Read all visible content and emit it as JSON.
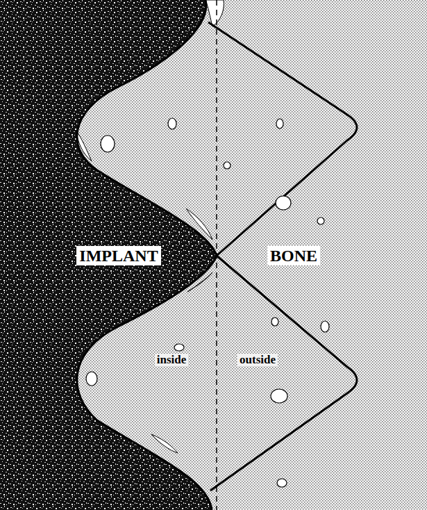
{
  "diagram": {
    "labels": [
      "IMPLANT",
      "BONE",
      "inside",
      "outside"
    ]
  }
}
